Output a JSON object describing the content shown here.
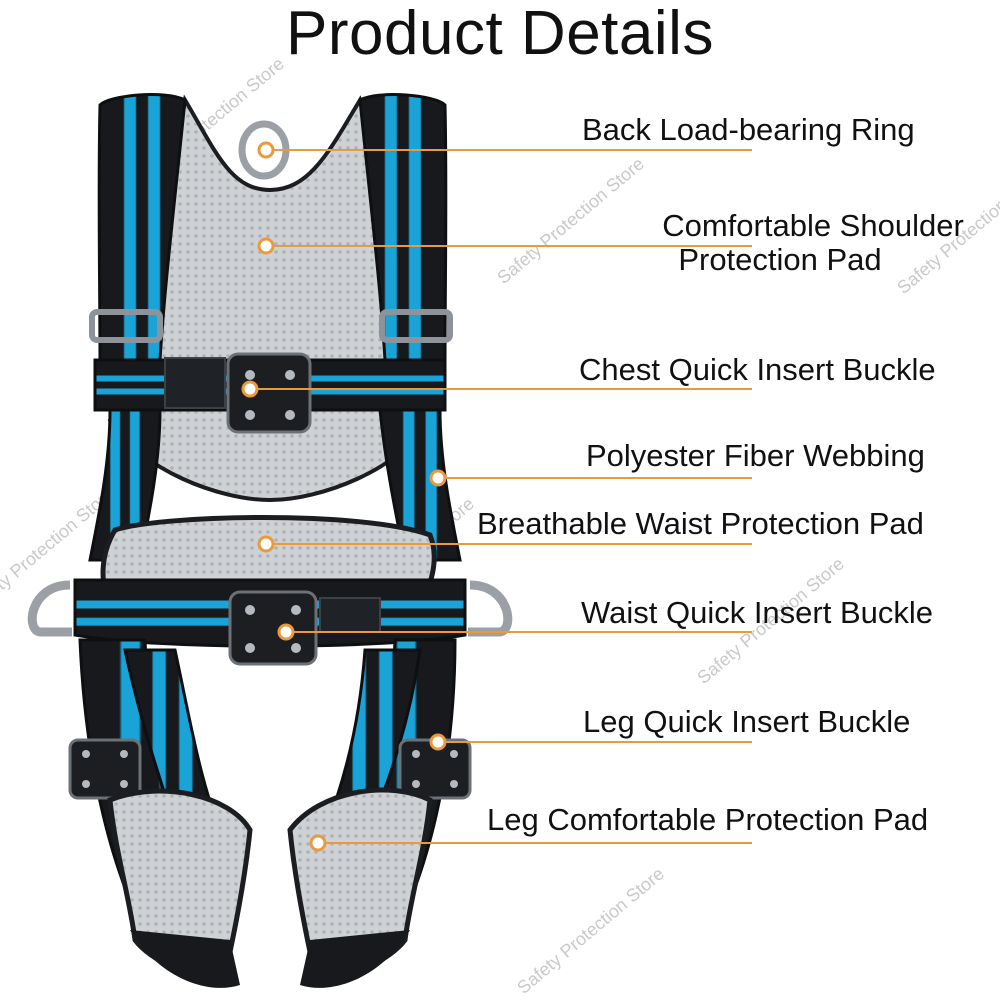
{
  "page_title": "Product Details",
  "watermark": "Safety Protection Store",
  "colors": {
    "accent_line": "#e89a3c",
    "webbing_black": "#17191c",
    "webbing_blue": "#1aa3d6",
    "mesh_gray": "#c9ccd0",
    "metal": "#8d9399"
  },
  "callouts": [
    {
      "lines": [
        "Back Load-bearing Ring"
      ]
    },
    {
      "lines": [
        "Comfortable Shoulder",
        "Protection Pad"
      ]
    },
    {
      "lines": [
        "Chest Quick Insert Buckle"
      ]
    },
    {
      "lines": [
        "Polyester Fiber Webbing"
      ]
    },
    {
      "lines": [
        "Breathable Waist Protection Pad"
      ]
    },
    {
      "lines": [
        "Waist Quick Insert Buckle"
      ]
    },
    {
      "lines": [
        "Leg Quick Insert Buckle"
      ]
    },
    {
      "lines": [
        "Leg Comfortable Protection Pad"
      ]
    }
  ]
}
